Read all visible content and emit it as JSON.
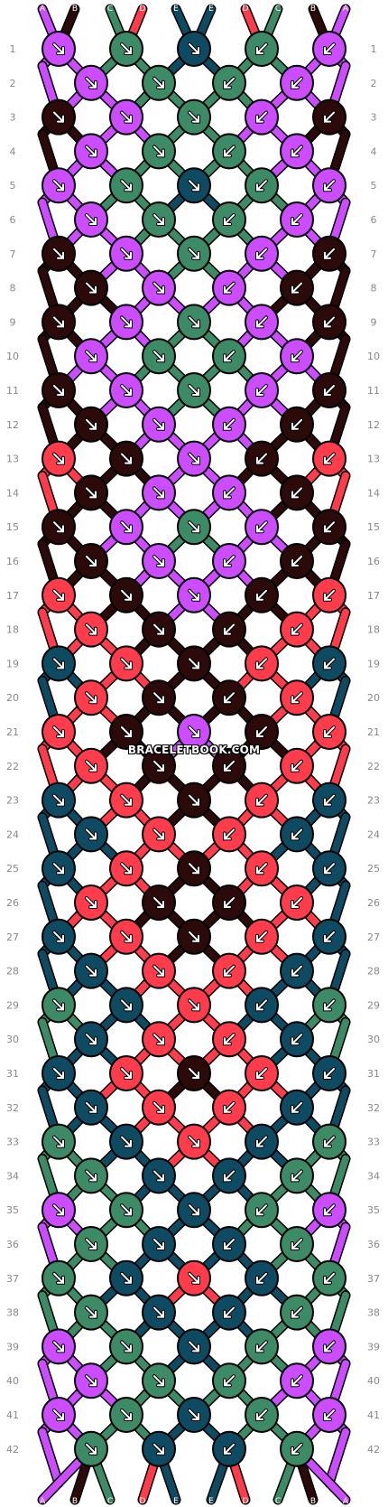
{
  "watermark": "BRACELETBOOK.COM",
  "palette": {
    "A": "#cc4cff",
    "B": "#2d0a0a",
    "C": "#3c8a66",
    "D": "#ff3c4c",
    "E": "#0e4b62"
  },
  "strings": [
    "A",
    "B",
    "C",
    "D",
    "E",
    "E",
    "D",
    "C",
    "B",
    "A"
  ],
  "row_labels": [
    "1",
    "2",
    "3",
    "4",
    "5",
    "6",
    "7",
    "8",
    "9",
    "10",
    "11",
    "12",
    "13",
    "14",
    "15",
    "16",
    "17",
    "18",
    "19",
    "20",
    "21",
    "22",
    "23",
    "24",
    "25",
    "26",
    "27",
    "28",
    "29",
    "30",
    "31",
    "32",
    "33",
    "34",
    "35",
    "36",
    "37",
    "38",
    "39",
    "40",
    "41",
    "42"
  ],
  "knot_rows": [
    "A C E C A",
    "A C C A",
    "B A C A B",
    "A C C A",
    "A C E C A",
    "A C C A",
    "B A C A B",
    "B A A B",
    "B A C A B",
    "A C C A",
    "B A C A B",
    "B A A B",
    "D B A B D",
    "B A A B",
    "B A C A B",
    "B A A B",
    "D B A B D",
    "D B B D",
    "E D B D E",
    "D B B D",
    "D B A B D",
    "D B B D",
    "E D B D E",
    "E D D E",
    "E D B D E",
    "D B B D",
    "E D B D E",
    "E D D E",
    "C E D E C",
    "E D D E",
    "E D B D E",
    "E D D E",
    "C E D E C",
    "C E E C",
    "A C E C A",
    "C E E C",
    "C E D E C",
    "C E E C",
    "A C E C A",
    "A C C A",
    "A C E C A",
    "C E E C"
  ]
}
